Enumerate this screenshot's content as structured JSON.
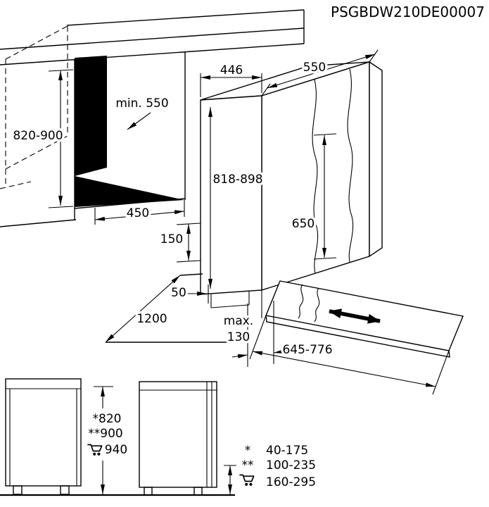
{
  "title": "PSGBDW210DE00007",
  "colors": {
    "line": "#000000",
    "background": "#ffffff"
  },
  "icons": {
    "cart": "shopping-cart",
    "door_adjust": "double-arrow"
  },
  "main_view": {
    "niche_height": "820-900",
    "niche_depth": "min. 550",
    "niche_width": "450",
    "appliance_width": "446",
    "appliance_depth": "550",
    "appliance_height": "818-898",
    "furniture_door_height": "650",
    "plinth_height": "150",
    "door_gap": "50",
    "front_clearance": "1200",
    "plinth_recess_label": "max.",
    "plinth_recess_value": "130",
    "open_door_projection": "645-776"
  },
  "side_views": {
    "height_star": "*820",
    "height_double_star": "**900",
    "height_with_feet": "940"
  },
  "legend": {
    "star_symbol": "*",
    "star_range": "40-175",
    "double_star_symbol": "**",
    "double_star_range": "100-235",
    "cart_range": "160-295"
  }
}
